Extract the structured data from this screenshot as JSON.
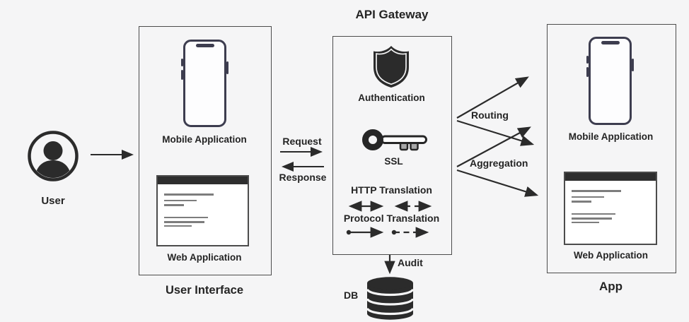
{
  "diagram": {
    "user": {
      "label": "User"
    },
    "user_interface": {
      "caption": "User Interface",
      "mobile_label": "Mobile Application",
      "web_label": "Web Application"
    },
    "flows": {
      "request": "Request",
      "response": "Response",
      "routing": "Routing",
      "aggregation": "Aggregation",
      "audit": "Audit"
    },
    "gateway": {
      "title": "API Gateway",
      "authentication": "Authentication",
      "ssl": "SSL",
      "http_translation": "HTTP Translation",
      "protocol_translation": "Protocol Translation"
    },
    "app": {
      "caption": "App",
      "mobile_label": "Mobile Application",
      "web_label": "Web Application"
    },
    "db": {
      "label": "DB"
    }
  },
  "colors": {
    "background": "#f5f5f6",
    "line": "#2b2b2b",
    "border": "#4c4c4c",
    "icon_dark": "#2b2b2b",
    "phone_stroke": "#3d3d4f",
    "key_teeth": "#a8a8a8"
  }
}
